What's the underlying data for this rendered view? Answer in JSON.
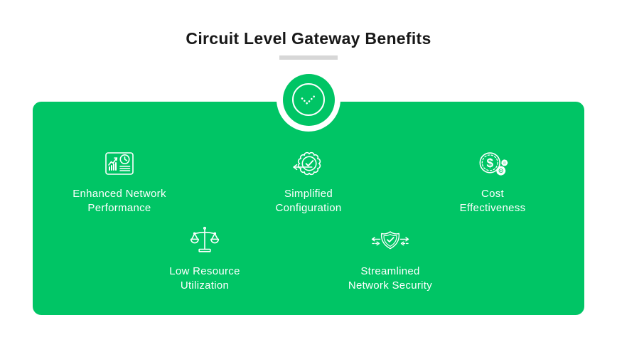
{
  "page": {
    "background_color": "#ffffff",
    "accent_green": "#00c565",
    "divider_color": "#d7d7d7",
    "title_color": "#181818",
    "icon_color": "#ffffff"
  },
  "header": {
    "title": "Circuit Level Gateway Benefits"
  },
  "badge": {
    "icon": "check-icon"
  },
  "benefits": [
    {
      "label": "Enhanced Network\nPerformance",
      "icon": "performance-dashboard-icon"
    },
    {
      "label": "Simplified\nConfiguration",
      "icon": "gear-check-icon"
    },
    {
      "label": "Cost\nEffectiveness",
      "icon": "dollar-gears-icon",
      "glyph": "$"
    },
    {
      "label": "Low Resource\nUtilization",
      "icon": "balance-scale-icon"
    },
    {
      "label": "Streamlined\nNetwork Security",
      "icon": "shield-check-arrows-icon"
    }
  ]
}
